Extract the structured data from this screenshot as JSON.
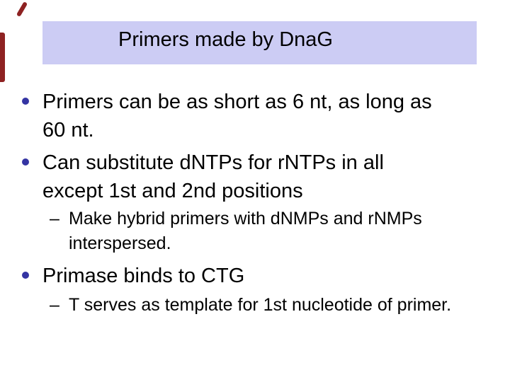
{
  "slide": {
    "title": "Primers made by DnaG",
    "colors": {
      "title_bar_background": "#ccccf4",
      "bullet_dot": "#3434a3",
      "accent_marks": "#8e2222",
      "text": "#000000",
      "background": "#ffffff"
    },
    "bullets": [
      {
        "level": 1,
        "marker": "dot",
        "lines": [
          "Primers can be as short as 6 nt, as long as",
          "60 nt."
        ]
      },
      {
        "level": 1,
        "marker": "dot",
        "lines": [
          "Can substitute dNTPs for rNTPs in all",
          "except 1st and 2nd positions"
        ]
      },
      {
        "level": 2,
        "marker": "–",
        "lines": [
          "Make hybrid primers with dNMPs and rNMPs",
          "interspersed."
        ]
      },
      {
        "level": 1,
        "marker": "dot",
        "lines": [
          "Primase binds to CTG"
        ]
      },
      {
        "level": 2,
        "marker": "–",
        "lines": [
          "T serves as template for 1st nucleotide of primer."
        ]
      }
    ]
  }
}
